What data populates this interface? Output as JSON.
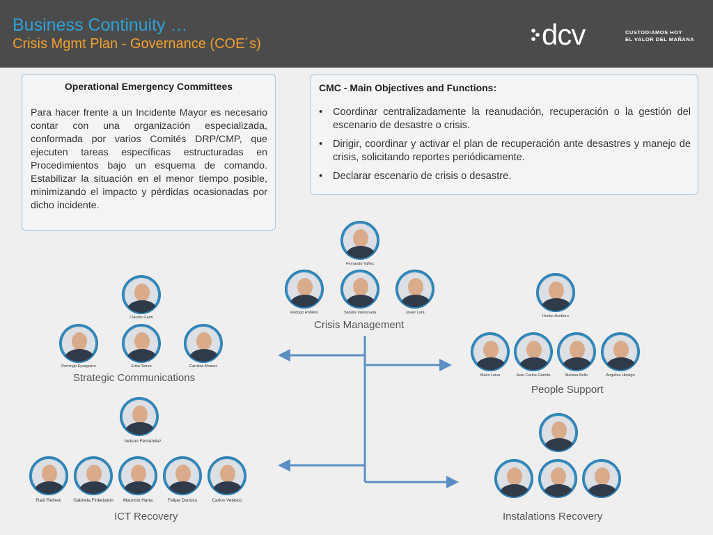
{
  "header": {
    "title": "Business Continuity …",
    "subtitle": "Crisis Mgmt Plan  - Governance (COE´s)",
    "logo_text": "dcv",
    "logo_tagline_1": "CUSTODIAMOS HOY",
    "logo_tagline_2": "EL VALOR DEL MAÑANA",
    "title_color": "#2ea3d9",
    "subtitle_color": "#f0a030"
  },
  "oec": {
    "title": "Operational Emergency Committees",
    "body": "Para hacer frente a un Incidente Mayor es necesario contar con una organización especializada, conformada por varios Comités DRP/CMP, que ejecuten tareas específicas estructuradas en Procedimientos bajo un esquema de comando. Estabilizar la situación en el menor tiempo posible, minimizando el impacto y pérdidas ocasionadas por dicho incidente."
  },
  "cmc": {
    "title": "CMC - Main Objectives and Functions:",
    "items": [
      "Coordinar centralizadamente la reanudación, recuperación o la gestión del escenario de desastre o crisis.",
      "Dirigir, coordinar y activar el plan de recuperación ante desastres y manejo de crisis, solicitando reportes periódicamente.",
      "Declarar escenario de crisis o desastre."
    ]
  },
  "groups": {
    "crisis_management": "Crisis Management",
    "strategic_communications": "Strategic Communications",
    "people_support": "People Support",
    "ict_recovery": "ICT Recovery",
    "instalations_recovery": "Instalations Recovery"
  },
  "people": {
    "crisis": [
      "Fernando Yañez",
      "Rodrigo Robleto",
      "Sandra Valenzuela",
      "Javier Lara"
    ],
    "strategic": [
      "Claudio Garin",
      "Domingo Eyzaguirre",
      "Erika Torres",
      "Carolina Alvarez"
    ],
    "people_support": [
      "Hector Acetturo",
      "Mario Leiva",
      "Juan Carlos Garrido",
      "Melissa Bello",
      "Angelica Hidalgo"
    ],
    "ict": [
      "Nelson Fernández",
      "Raúl Rehren",
      "Gabriela Finkelstein",
      "Mauricio Harta",
      "Felipe Donoso",
      "Carlos Velasco"
    ]
  },
  "connector_color": "#5b8fc4"
}
